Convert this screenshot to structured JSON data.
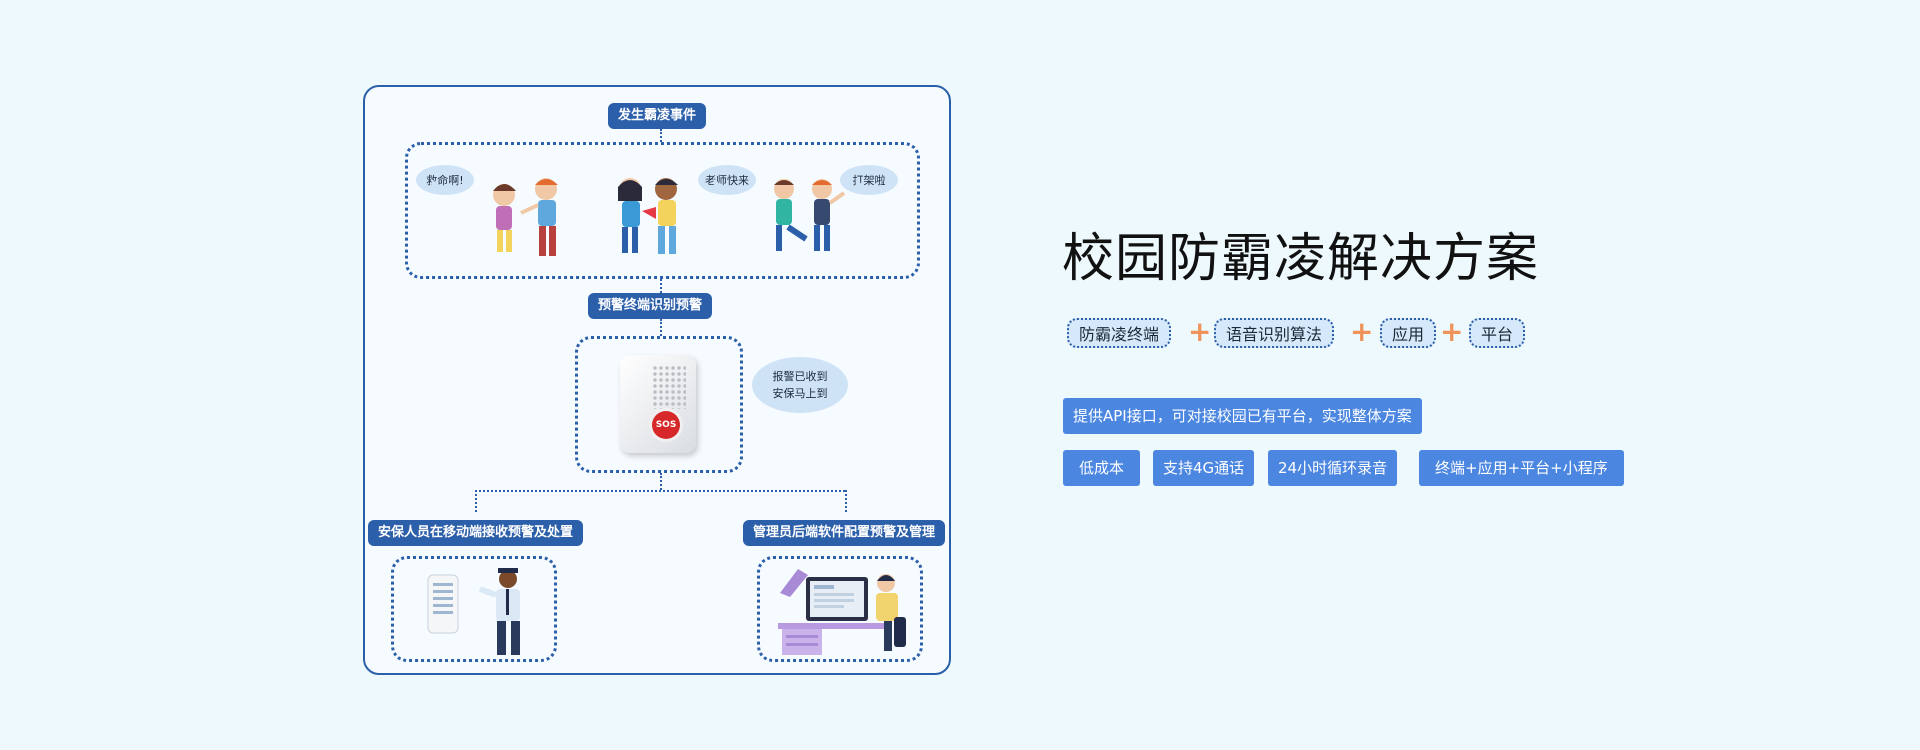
{
  "diagram": {
    "top_label": "发生霸凌事件",
    "bubbles": [
      "救命啊!",
      "老师快来",
      "打架啦"
    ],
    "middle_label": "预警终端识别预警",
    "alarm_bubble_line1": "报警已收到",
    "alarm_bubble_line2": "安保马上到",
    "sos_text": "SOS",
    "left_label": "安保人员在移动端接收预警及处置",
    "right_label": "管理员后端软件配置预警及管理"
  },
  "solution": {
    "title": "校园防霸凌解决方案",
    "components": [
      "防霸凌终端",
      "语音识别算法",
      "应用",
      "平台"
    ],
    "plus_sign": "+",
    "api_note": "提供API接口，可对接校园已有平台，实现整体方案",
    "features": [
      "低成本",
      "支持4G通话",
      "24小时循环录音",
      "终端+应用+平台+小程序"
    ]
  },
  "colors": {
    "panel_border": "#2c5fa9",
    "accent_blue": "#4b86e0",
    "plus_orange": "#f0935a",
    "background": "#eef9fe"
  }
}
